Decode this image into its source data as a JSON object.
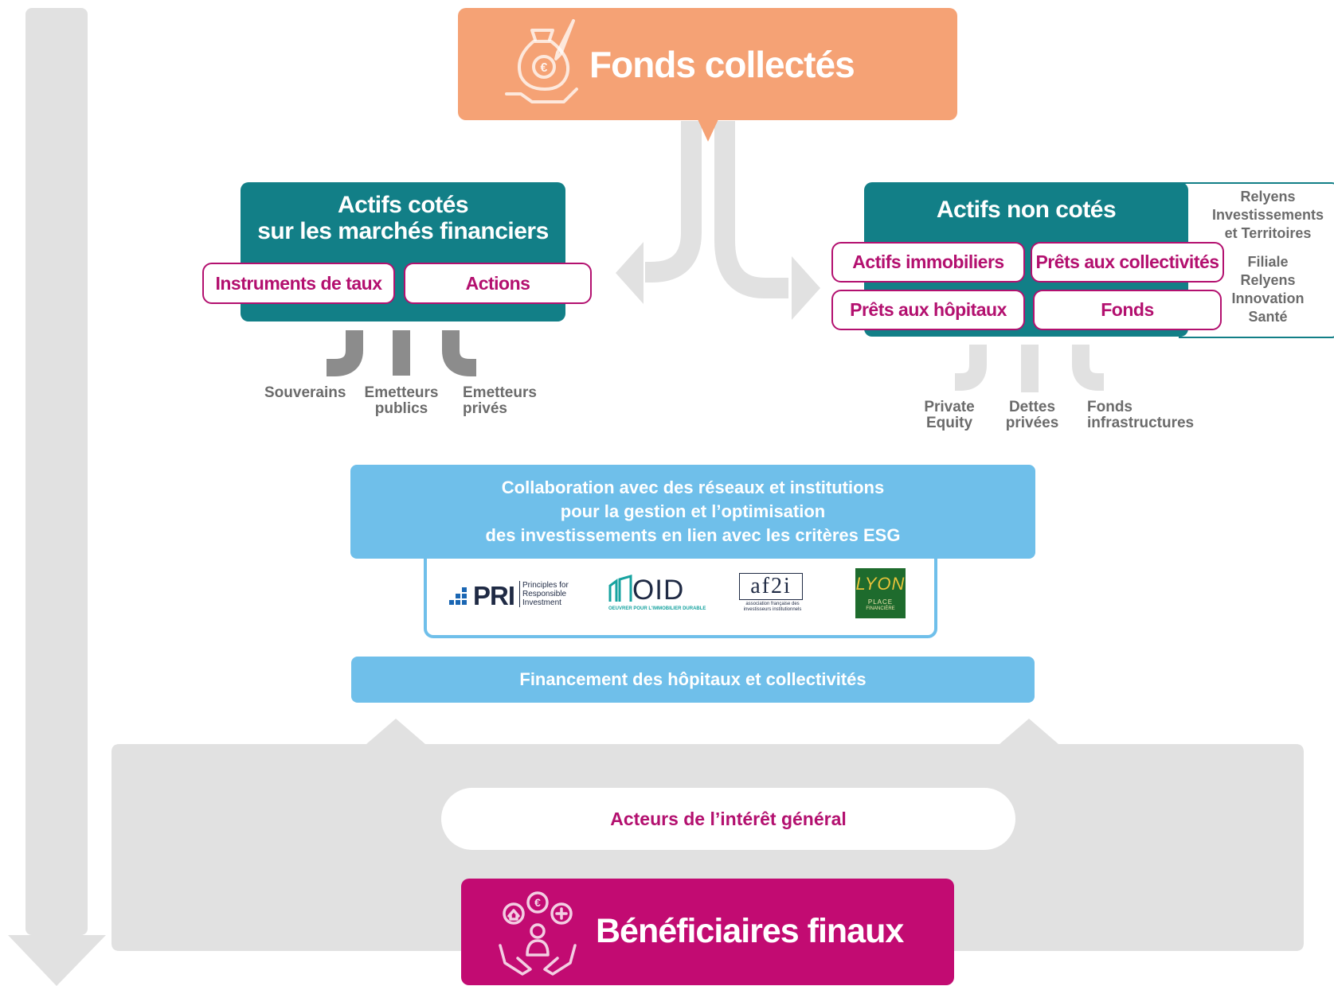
{
  "top": {
    "title": "Fonds collectés"
  },
  "listed": {
    "title_line1": "Actifs cotés",
    "title_line2": "sur les marchés financiers",
    "items": [
      "Instruments de taux",
      "Actions"
    ],
    "issuers": [
      {
        "line1": "Souverains",
        "line2": ""
      },
      {
        "line1": "Emetteurs",
        "line2": "publics"
      },
      {
        "line1": "Emetteurs",
        "line2": "privés"
      }
    ]
  },
  "unlisted": {
    "title": "Actifs non cotés",
    "items": [
      "Actifs immobiliers",
      "Prêts aux collectivités",
      "Prêts aux hôpitaux",
      "Fonds"
    ],
    "funds": [
      {
        "line1": "Private",
        "line2": "Equity"
      },
      {
        "line1": "Dettes",
        "line2": "privées"
      },
      {
        "line1": "Fonds",
        "line2": "infrastructures"
      }
    ],
    "relyens_1": [
      "Relyens",
      "Investissements",
      "et Territoires"
    ],
    "relyens_2": [
      "Filiale",
      "Relyens",
      "Innovation",
      "Santé"
    ]
  },
  "collaboration": {
    "lines": [
      "Collaboration avec des réseaux et institutions",
      "pour la gestion et l’optimisation",
      "des investissements en lien avec les critères ESG"
    ],
    "logos": {
      "pri": {
        "mark": "PRI",
        "sub": [
          "Principles for",
          "Responsible",
          "Investment"
        ]
      },
      "oid": {
        "mark": "OID",
        "sub": "OEUVRER POUR L'IMMOBILIER DURABLE"
      },
      "af2i": {
        "mark": "af2i",
        "sub": [
          "association française des",
          "investisseurs institutionnels"
        ]
      },
      "lyon": {
        "mark": "LYON",
        "sub": [
          "PLACE",
          "FINANCIÈRE"
        ]
      }
    }
  },
  "financing": {
    "label": "Financement des hôpitaux et collectivités"
  },
  "actors": {
    "label": "Acteurs de l’intérêt général"
  },
  "beneficiaries": {
    "title": "Bénéficiaires finaux"
  },
  "colors": {
    "orange": "#f5a275",
    "teal": "#127f87",
    "magenta": "#b3106f",
    "beneficiary": "#c20b72",
    "blue": "#6fbfea",
    "arrow_grey": "#e1e1e1",
    "connector_grey": "#8c8c8c"
  }
}
